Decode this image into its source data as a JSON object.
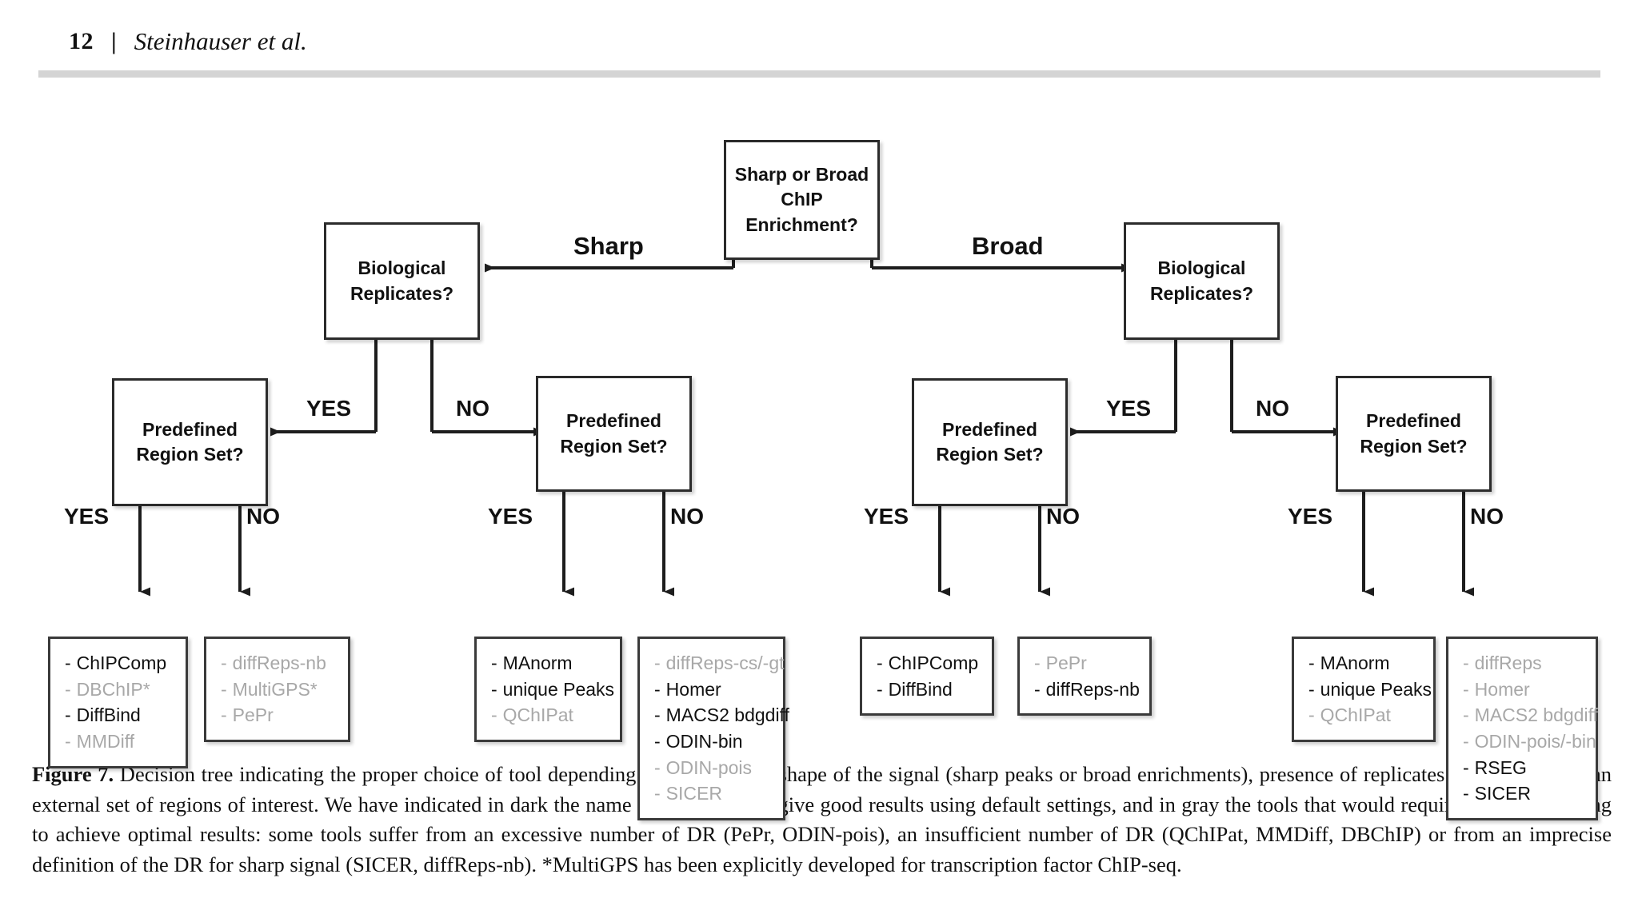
{
  "header": {
    "page_number": "12",
    "separator": "|",
    "authors": "Steinhauser et al."
  },
  "figure": {
    "root": {
      "label": "Sharp or Broad\nChIP Enrichment?"
    },
    "branch_labels": {
      "sharp": "Sharp",
      "broad": "Broad"
    },
    "replicates_left": {
      "label": "Biological\nReplicates?"
    },
    "replicates_right": {
      "label": "Biological\nReplicates?"
    },
    "region_set_1": {
      "label": "Predefined\nRegion Set?"
    },
    "region_set_2": {
      "label": "Predefined\nRegion Set?"
    },
    "region_set_3": {
      "label": "Predefined\nRegion Set?"
    },
    "region_set_4": {
      "label": "Predefined\nRegion Set?"
    },
    "yes_label": "YES",
    "no_label": "NO",
    "leaves": [
      {
        "id": "leaf-sharp-rep-yes-region-yes",
        "tools": [
          {
            "name": "ChIPComp",
            "gray": false
          },
          {
            "name": "DBChIP*",
            "gray": true
          },
          {
            "name": "DiffBind",
            "gray": false
          },
          {
            "name": "MMDiff",
            "gray": true
          }
        ]
      },
      {
        "id": "leaf-sharp-rep-yes-region-no",
        "tools": [
          {
            "name": "diffReps-nb",
            "gray": true
          },
          {
            "name": "MultiGPS*",
            "gray": true
          },
          {
            "name": "PePr",
            "gray": true
          }
        ]
      },
      {
        "id": "leaf-sharp-rep-no-region-yes",
        "tools": [
          {
            "name": "MAnorm",
            "gray": false
          },
          {
            "name": "unique Peaks",
            "gray": false
          },
          {
            "name": "QChIPat",
            "gray": true
          }
        ]
      },
      {
        "id": "leaf-sharp-rep-no-region-no",
        "tools": [
          {
            "name": "diffReps-cs/-gt",
            "gray": true
          },
          {
            "name": "Homer",
            "gray": false
          },
          {
            "name": "MACS2 bdgdiff",
            "gray": false
          },
          {
            "name": "ODIN-bin",
            "gray": false
          },
          {
            "name": "ODIN-pois",
            "gray": true
          },
          {
            "name": "SICER",
            "gray": true
          }
        ]
      },
      {
        "id": "leaf-broad-rep-yes-region-yes",
        "tools": [
          {
            "name": "ChIPComp",
            "gray": false
          },
          {
            "name": "DiffBind",
            "gray": false
          }
        ]
      },
      {
        "id": "leaf-broad-rep-yes-region-no",
        "tools": [
          {
            "name": "PePr",
            "gray": true
          },
          {
            "name": "diffReps-nb",
            "gray": false
          }
        ]
      },
      {
        "id": "leaf-broad-rep-no-region-yes",
        "tools": [
          {
            "name": "MAnorm",
            "gray": false
          },
          {
            "name": "unique Peaks",
            "gray": false
          },
          {
            "name": "QChIPat",
            "gray": true
          }
        ]
      },
      {
        "id": "leaf-broad-rep-no-region-no",
        "tools": [
          {
            "name": "diffReps",
            "gray": true
          },
          {
            "name": "Homer",
            "gray": true
          },
          {
            "name": "MACS2 bdgdiff",
            "gray": true
          },
          {
            "name": "ODIN-pois/-bin",
            "gray": true
          },
          {
            "name": "RSEG",
            "gray": false
          },
          {
            "name": "SICER",
            "gray": false
          }
        ]
      }
    ]
  },
  "caption": {
    "label": "Figure 7.",
    "text": " Decision tree indicating the proper choice of tool depending on the data set: shape of the signal (sharp peaks or broad enrichments), presence of replicates and presence of an external set of regions of interest. We have indicated in dark the name of the tools that give good results using default settings, and in gray the tools that would require parameter tuning to achieve optimal results: some tools suffer from an excessive number of DR (PePr, ODIN-pois), an insufficient number of DR (QChIPat, MMDiff, DBChIP) or from an imprecise definition of the DR for sharp signal (SICER, diffReps-nb). *MultiGPS has been explicitly developed for transcription factor ChIP-seq."
  },
  "colors": {
    "text_dark": "#111111",
    "text_gray": "#a8a8a8",
    "border": "#2b2b2b",
    "rule": "#d4d4d4"
  }
}
